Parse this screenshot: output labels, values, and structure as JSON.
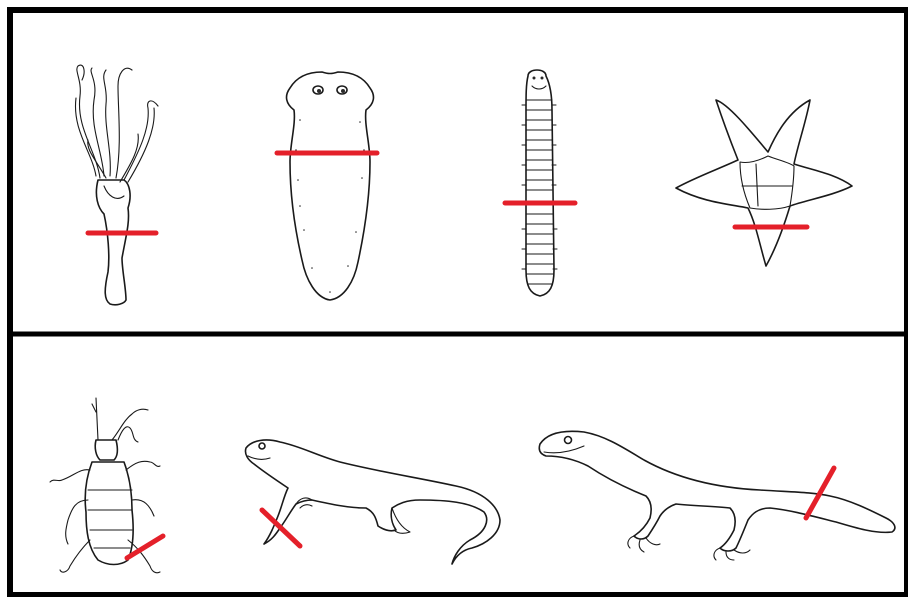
{
  "figure": {
    "panels": [
      {
        "id": "top",
        "organisms": [
          {
            "name": "hydra",
            "icon": "hydra-icon",
            "cut": "horizontal"
          },
          {
            "name": "planarian",
            "icon": "planarian-icon",
            "cut": "horizontal"
          },
          {
            "name": "segmented-worm",
            "icon": "worm-icon",
            "cut": "horizontal"
          },
          {
            "name": "starfish",
            "icon": "starfish-icon",
            "cut": "horizontal"
          }
        ]
      },
      {
        "id": "bottom",
        "organisms": [
          {
            "name": "insect",
            "icon": "insect-icon",
            "cut": "diagonal-leg"
          },
          {
            "name": "salamander",
            "icon": "salamander-icon",
            "cut": "diagonal-leg"
          },
          {
            "name": "lizard",
            "icon": "lizard-icon",
            "cut": "diagonal-tail"
          }
        ]
      }
    ],
    "colors": {
      "cut_line": "#e4202a",
      "frame": "#000000",
      "drawing": "#1a1a1a",
      "background": "#ffffff"
    }
  }
}
